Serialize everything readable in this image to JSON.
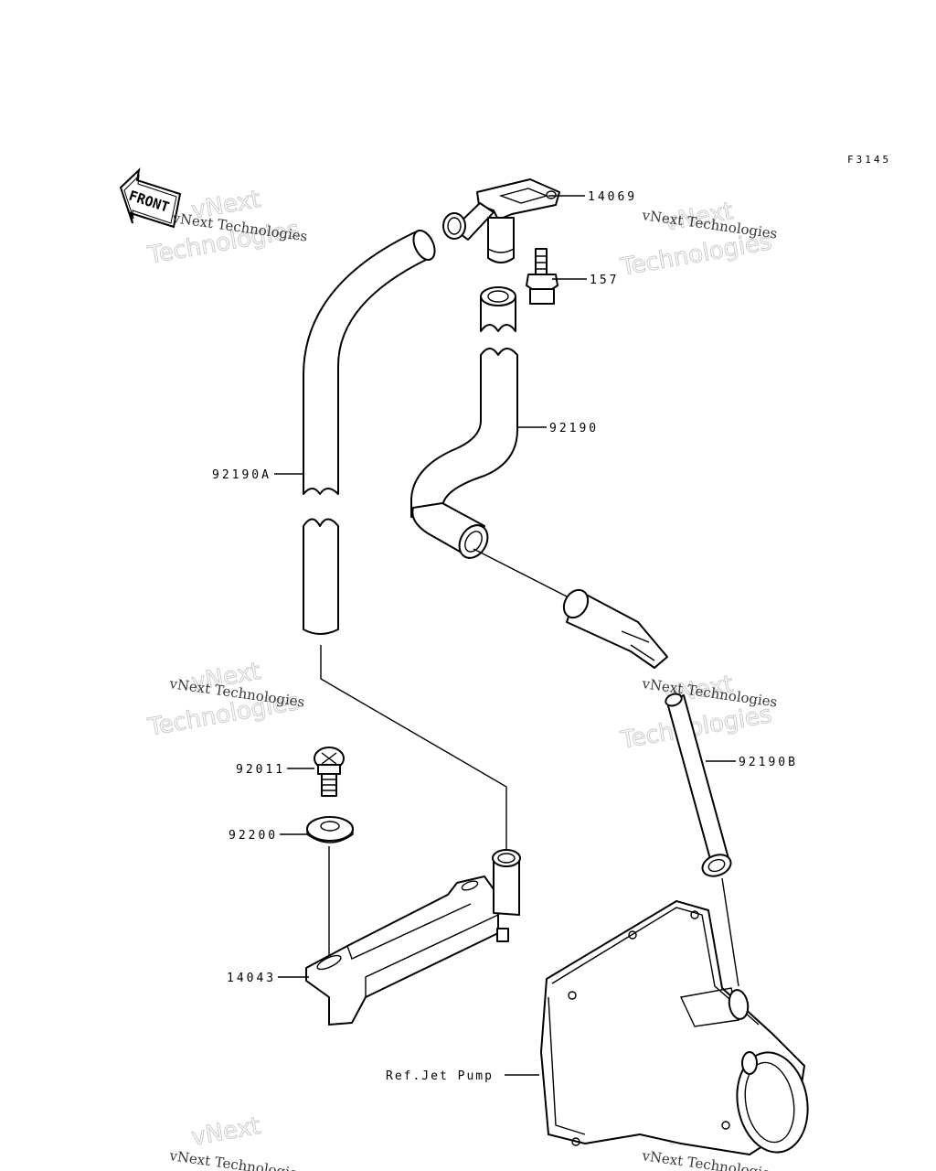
{
  "diagram_code": "F3145",
  "front_label": "FRONT",
  "watermark": {
    "line1": "vNext Technologies",
    "line2": "vNext",
    "line3": "Technologies"
  },
  "parts": {
    "p14069": "14069",
    "p157": "157",
    "p92190": "92190",
    "p92190A": "92190A",
    "p92190B": "92190B",
    "p92011": "92011",
    "p92200": "92200",
    "p14043": "14043",
    "ref_jet_pump": "Ref.Jet Pump"
  }
}
